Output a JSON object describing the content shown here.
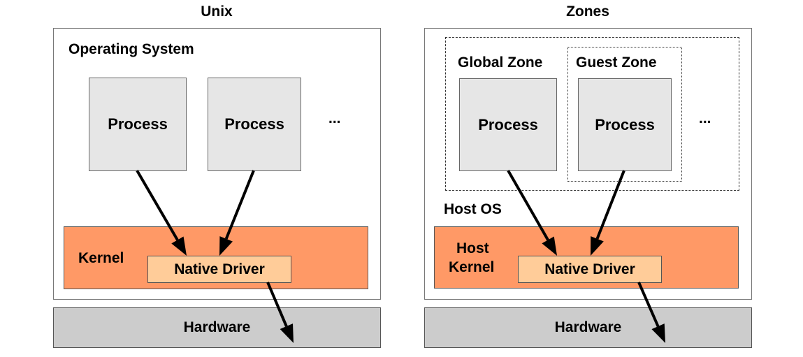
{
  "colors": {
    "kernel": "#FF9966",
    "driver": "#FFCC99",
    "process": "#E6E6E6",
    "hardware": "#CCCCCC"
  },
  "left": {
    "title": "Unix",
    "os_label": "Operating System",
    "processes": [
      "Process",
      "Process"
    ],
    "ellipsis": "...",
    "kernel_label": "Kernel",
    "driver_label": "Native Driver",
    "hardware_label": "Hardware"
  },
  "right": {
    "title": "Zones",
    "global_zone_label": "Global Zone",
    "guest_zone_label": "Guest Zone",
    "processes": [
      "Process",
      "Process"
    ],
    "ellipsis": "...",
    "host_os_label": "Host OS",
    "kernel_label_line1": "Host",
    "kernel_label_line2": "Kernel",
    "driver_label": "Native Driver",
    "hardware_label": "Hardware"
  }
}
